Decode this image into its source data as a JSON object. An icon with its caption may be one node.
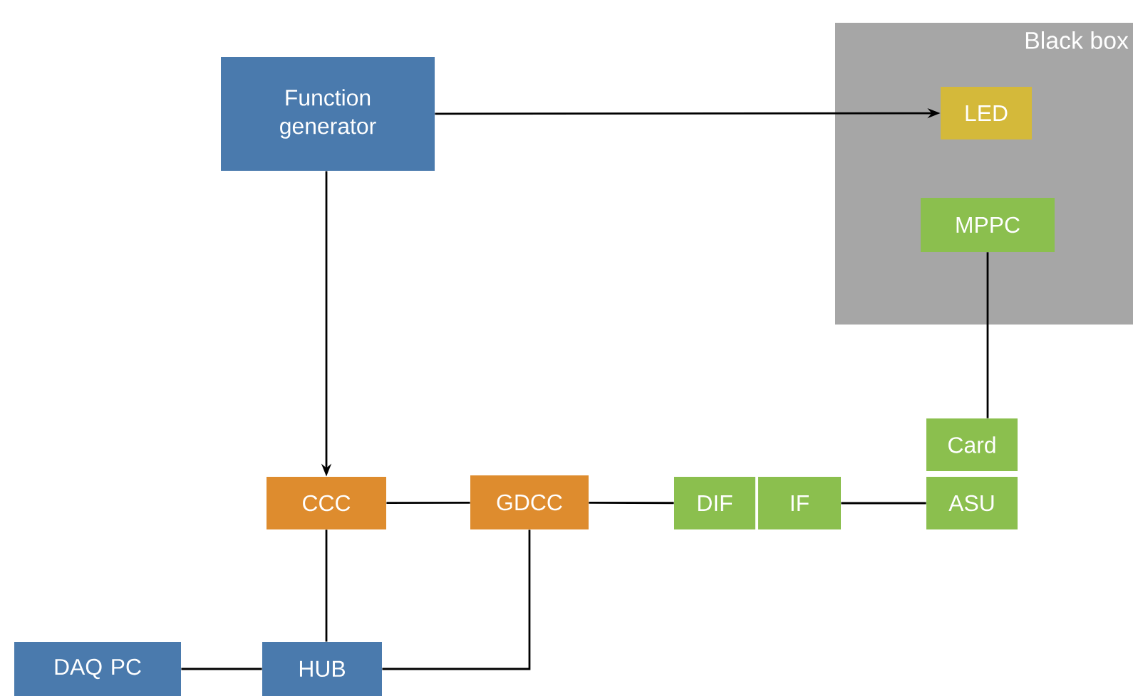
{
  "diagram": {
    "nodes": [
      {
        "text": [
          "Black box"
        ]
      },
      {
        "text": [
          "Function generator"
        ]
      },
      {
        "text": [
          "LED"
        ],
        "in": 0
      },
      {
        "text": [
          "MPPC"
        ],
        "in": 0
      },
      {
        "text": [
          "CCC"
        ]
      },
      {
        "text": [
          "GDCC"
        ]
      },
      {
        "text": [
          "DIF"
        ]
      },
      {
        "text": [
          "IF"
        ]
      },
      {
        "text": [
          "Card"
        ]
      },
      {
        "text": [
          "ASU"
        ]
      },
      {
        "text": [
          "DAQ PC"
        ]
      },
      {
        "text": [
          "HUB"
        ]
      }
    ],
    "edges": [
      {
        "from": 1,
        "to": 2,
        "arrow": "to"
      },
      {
        "from": 1,
        "to": 4,
        "arrow": "to"
      },
      {
        "from": 4,
        "to": 5,
        "arrow": "none"
      },
      {
        "from": 5,
        "to": 6,
        "arrow": "none"
      },
      {
        "from": 7,
        "to": 9,
        "arrow": "none"
      },
      {
        "from": 3,
        "to": 8,
        "arrow": "none"
      },
      {
        "from": 4,
        "to": 11,
        "arrow": "none"
      },
      {
        "from": 5,
        "to": 11,
        "arrow": "none"
      },
      {
        "from": 10,
        "to": 11,
        "arrow": "none"
      }
    ]
  }
}
